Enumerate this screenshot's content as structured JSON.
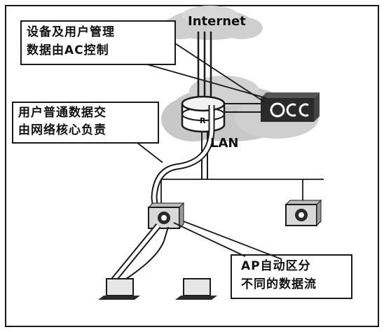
{
  "internet_label": "Internet",
  "lan_label": "LAN",
  "router_label": "R",
  "callouts": {
    "control": {
      "line1": "设备及用户管理",
      "line2": "数据由AC控制"
    },
    "data": {
      "line1": "用户普通数据交",
      "line2": "由网络核心负责"
    },
    "ap": {
      "line1": "AP自动区分",
      "line2": "不同的数据流"
    }
  },
  "colors": {
    "line": "#1a1a1a",
    "cloud": "#c8c8c8",
    "device_dark": "#2a2a2a",
    "background": "#ffffff"
  },
  "icons": [
    "cloud-icon",
    "router-icon",
    "ac-controller-icon",
    "access-point-icon",
    "laptop-icon"
  ]
}
